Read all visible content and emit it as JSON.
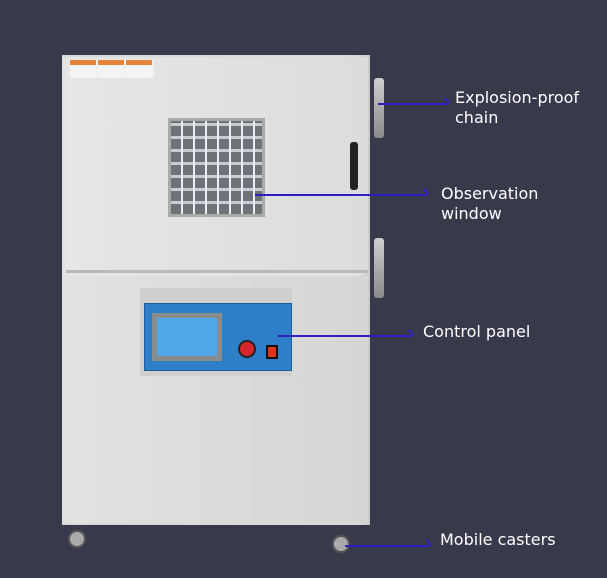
{
  "annotations": {
    "chain": {
      "line1": "Explosion-proof",
      "line2": "chain"
    },
    "window": {
      "line1": "Observation",
      "line2": "window"
    },
    "control": "Control panel",
    "casters": "Mobile casters"
  },
  "colors": {
    "background": "#383a4b",
    "leader_line": "#2c1fc2",
    "panel": "#2d7fc7"
  }
}
